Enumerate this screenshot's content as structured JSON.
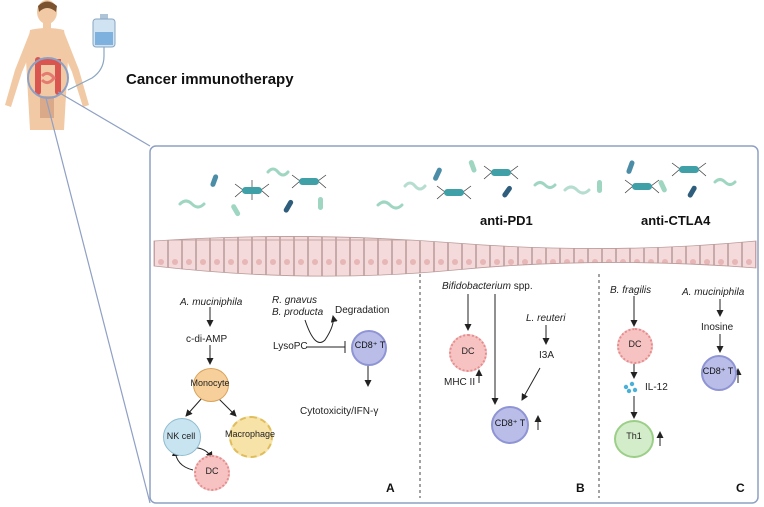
{
  "title": "Cancer immunotherapy",
  "drugs": {
    "pd1": "anti-PD1",
    "ctla4": "anti-CTLA4"
  },
  "panel_a": {
    "label": "A",
    "a_muciniphila": "A. muciniphila",
    "c_di_amp": "c-di-AMP",
    "monocyte": "Monocyte",
    "nk_cell": "NK cell",
    "macrophage": "Macrophage",
    "dc": "DC",
    "r_gnavus": "R. gnavus",
    "b_producta": "B. producta",
    "degradation": "Degradation",
    "lysopc": "LysoPC",
    "cd8": "CD8⁺ T",
    "cytotoxicity": "Cytotoxicity/IFN-γ"
  },
  "panel_b": {
    "label": "B",
    "bifidobacterium": "Bifidobacterium",
    "spp": "spp.",
    "l_reuteri": "L. reuteri",
    "i3a": "I3A",
    "dc": "DC",
    "mhc": "MHC II",
    "cd8": "CD8⁺ T"
  },
  "panel_c": {
    "label": "C",
    "b_fragilis": "B. fragilis",
    "dc": "DC",
    "il12": "IL-12",
    "th1": "Th1",
    "a_muciniphila": "A. muciniphila",
    "inosine": "Inosine",
    "cd8": "CD8⁺ T"
  },
  "colors": {
    "panel_border": "#8ea0c4",
    "epithelium": "#f3d8d8",
    "cd8": "#b9bde8",
    "dc": "#f6c2c2",
    "monocyte": "#f7cf9a",
    "macrophage": "#f7e3a8",
    "nk": "#c8e4f0",
    "th1": "#d3ecc9",
    "bacteria_teal": "#4ba6a6",
    "bacteria_green": "#9ed6c1"
  }
}
